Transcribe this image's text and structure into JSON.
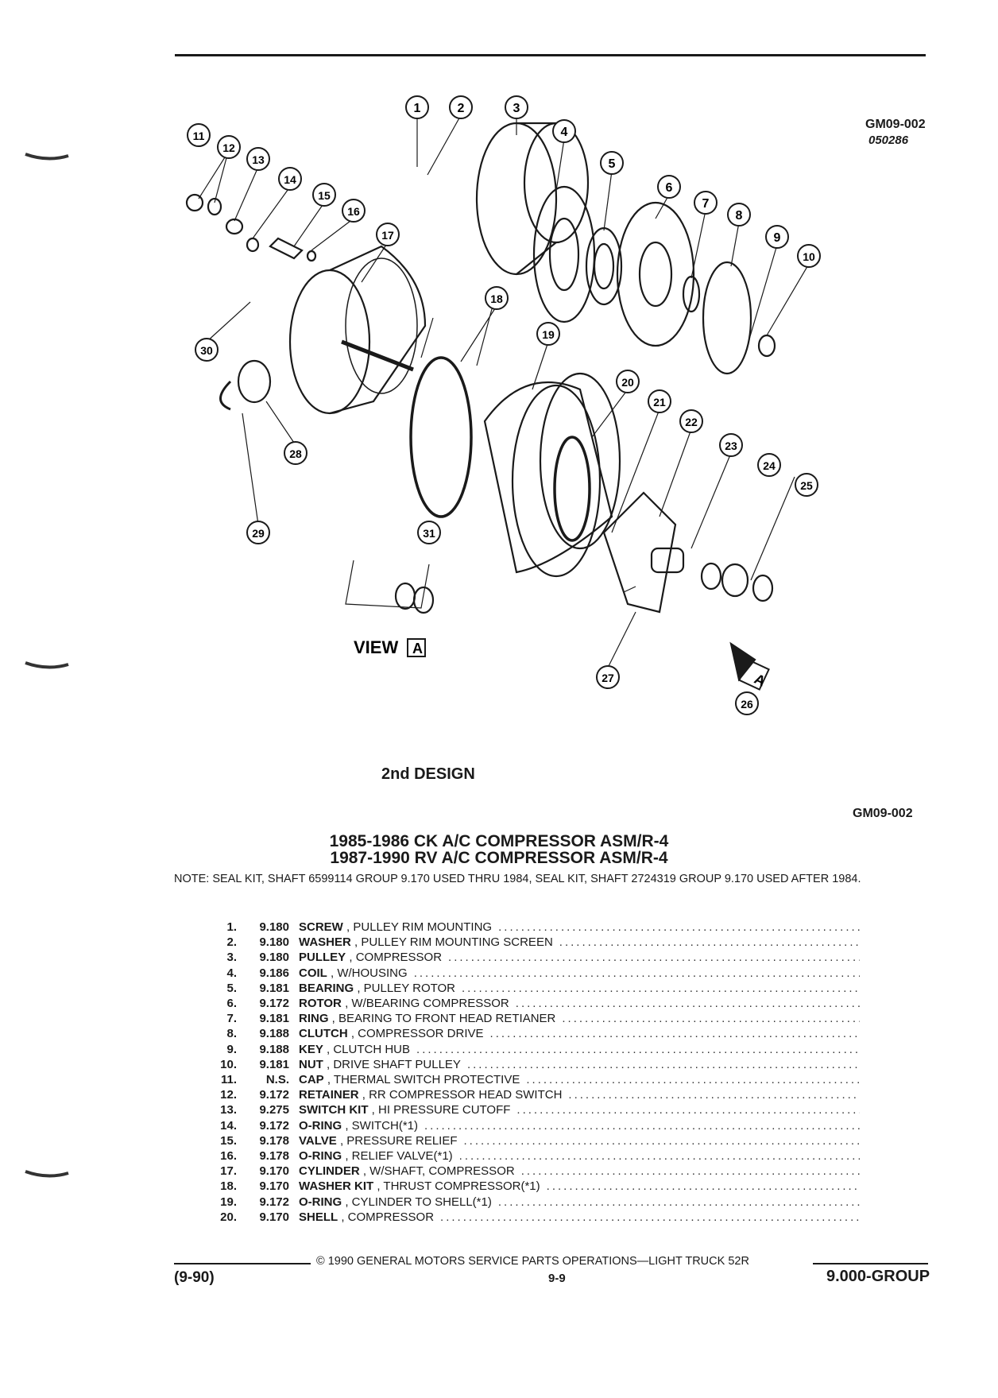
{
  "header": {
    "diagram_code": "GM09-002",
    "diagram_date": "050286"
  },
  "diagram": {
    "callouts": [
      "1",
      "2",
      "3",
      "4",
      "5",
      "6",
      "7",
      "8",
      "9",
      "10",
      "11",
      "12",
      "13",
      "14",
      "15",
      "16",
      "17",
      "18",
      "19",
      "20",
      "21",
      "22",
      "23",
      "24",
      "25",
      "26",
      "27",
      "28",
      "29",
      "30",
      "31"
    ],
    "view_label": "VIEW",
    "view_letter": "A",
    "design_label": "2nd DESIGN",
    "arrow_letter": "A",
    "bottom_code": "GM09-002"
  },
  "title": {
    "line1": "1985-1986 CK A/C COMPRESSOR ASM/R-4",
    "line2": "1987-1990 RV A/C COMPRESSOR ASM/R-4"
  },
  "note": "NOTE:  SEAL KIT, SHAFT 6599114 GROUP 9.170 USED THRU 1984, SEAL KIT, SHAFT 2724319 GROUP 9.170 USED AFTER 1984.",
  "parts": [
    {
      "num": "1.",
      "group": "9.180",
      "name": "SCREW",
      "desc": ", PULLEY RIM MOUNTING"
    },
    {
      "num": "2.",
      "group": "9.180",
      "name": "WASHER",
      "desc": ", PULLEY RIM MOUNTING SCREEN"
    },
    {
      "num": "3.",
      "group": "9.180",
      "name": "PULLEY",
      "desc": ", COMPRESSOR"
    },
    {
      "num": "4.",
      "group": "9.186",
      "name": "COIL",
      "desc": ", W/HOUSING"
    },
    {
      "num": "5.",
      "group": "9.181",
      "name": "BEARING",
      "desc": ", PULLEY ROTOR"
    },
    {
      "num": "6.",
      "group": "9.172",
      "name": "ROTOR",
      "desc": ", W/BEARING COMPRESSOR"
    },
    {
      "num": "7.",
      "group": "9.181",
      "name": "RING",
      "desc": ", BEARING TO FRONT HEAD RETIANER"
    },
    {
      "num": "8.",
      "group": "9.188",
      "name": "CLUTCH",
      "desc": ", COMPRESSOR DRIVE"
    },
    {
      "num": "9.",
      "group": "9.188",
      "name": "KEY",
      "desc": ", CLUTCH HUB"
    },
    {
      "num": "10.",
      "group": "9.181",
      "name": "NUT",
      "desc": ", DRIVE SHAFT PULLEY"
    },
    {
      "num": "11.",
      "group": "N.S.",
      "name": "CAP",
      "desc": ", THERMAL SWITCH PROTECTIVE"
    },
    {
      "num": "12.",
      "group": "9.172",
      "name": "RETAINER",
      "desc": ", RR COMPRESSOR HEAD SWITCH"
    },
    {
      "num": "13.",
      "group": "9.275",
      "name": "SWITCH KIT",
      "desc": ", HI PRESSURE CUTOFF"
    },
    {
      "num": "14.",
      "group": "9.172",
      "name": "O-RING",
      "desc": ", SWITCH(*1)"
    },
    {
      "num": "15.",
      "group": "9.178",
      "name": "VALVE",
      "desc": ", PRESSURE RELIEF"
    },
    {
      "num": "16.",
      "group": "9.178",
      "name": "O-RING",
      "desc": ", RELIEF VALVE(*1)"
    },
    {
      "num": "17.",
      "group": "9.170",
      "name": "CYLINDER",
      "desc": ", W/SHAFT, COMPRESSOR"
    },
    {
      "num": "18.",
      "group": "9.170",
      "name": "WASHER KIT",
      "desc": ", THRUST COMPRESSOR(*1)"
    },
    {
      "num": "19.",
      "group": "9.172",
      "name": "O-RING",
      "desc": ", CYLINDER TO SHELL(*1)"
    },
    {
      "num": "20.",
      "group": "9.170",
      "name": "SHELL",
      "desc": ", COMPRESSOR"
    }
  ],
  "footer": {
    "copyright": "© 1990  GENERAL MOTORS SERVICE PARTS OPERATIONS—LIGHT TRUCK 52R",
    "left": "(9-90)",
    "center": "9-9",
    "right": "9.000-GROUP"
  }
}
